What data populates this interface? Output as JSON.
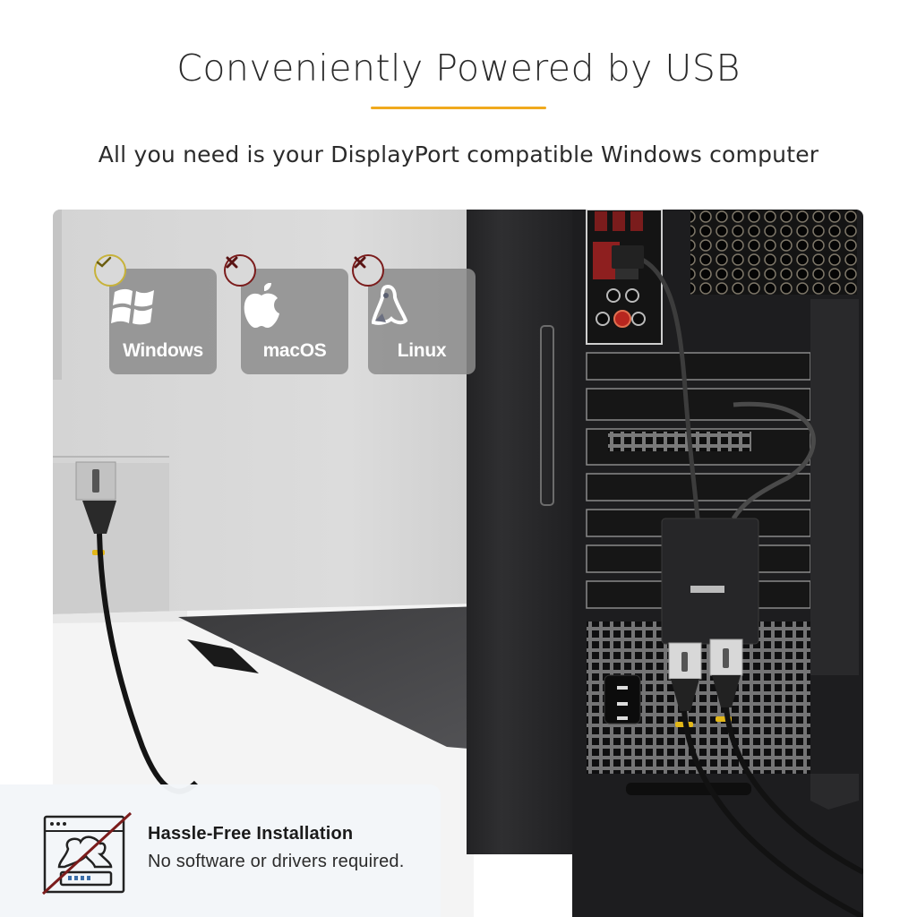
{
  "header": {
    "title": "Conveniently Powered by USB",
    "accent_color": "#f0aa1e",
    "subtitle": "All you need is your DisplayPort compatible Windows computer"
  },
  "compatibility": {
    "items": [
      {
        "label": "Windows",
        "icon": "windows-logo-icon",
        "status": "supported",
        "status_icon": "check-icon",
        "status_color": "#c7b23a"
      },
      {
        "label": "macOS",
        "icon": "apple-logo-icon",
        "status": "not-supported",
        "status_icon": "x-icon",
        "status_color": "#7b1c1c"
      },
      {
        "label": "Linux",
        "icon": "linux-penguin-icon",
        "status": "not-supported",
        "status_icon": "x-icon",
        "status_color": "#7b1c1c"
      }
    ]
  },
  "feature": {
    "icon": "no-software-install-icon",
    "title": "Hassle-Free Installation",
    "description": "No software or drivers required."
  },
  "photo": {
    "subject": "monitor-and-pc-tower-with-usb-displayport-adapter",
    "colors": {
      "monitor": "#d6d6d6",
      "tower": "#2b2b2d",
      "desk": "#f5f5f5",
      "cable": "#1a1a1a",
      "cable_ring": "#e2b719",
      "port_red": "#8e1f1f"
    }
  }
}
